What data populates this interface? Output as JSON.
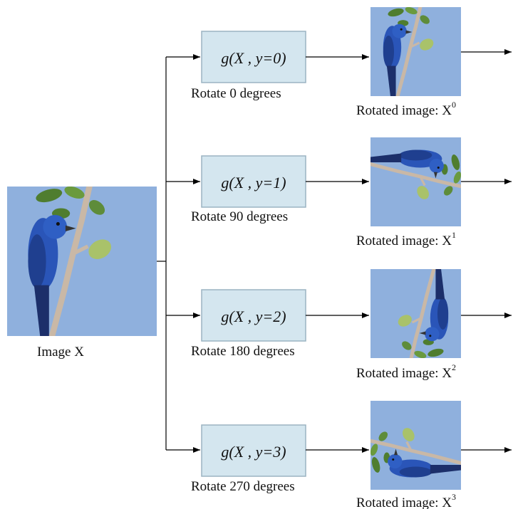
{
  "colors": {
    "sky": "#8fb0dd",
    "box_fill": "#d4e6ef",
    "box_stroke": "#9bb4c2",
    "line": "#000000",
    "bird": "#2a55b8",
    "branch": "#c9b8a6",
    "leaf": "#5e8c3a"
  },
  "input": {
    "image_icon": "bird-on-branch-image",
    "label": "Image  X"
  },
  "rows": [
    {
      "function": "g(X , y=0)",
      "caption": "Rotate 0 degrees",
      "rotation_degrees": 0,
      "output_label": "Rotated image:  X",
      "superscript": "0"
    },
    {
      "function": "g(X , y=1)",
      "caption": "Rotate 90 degrees",
      "rotation_degrees": 90,
      "output_label": "Rotated image:  X",
      "superscript": "1"
    },
    {
      "function": "g(X , y=2)",
      "caption": "Rotate 180 degrees",
      "rotation_degrees": 180,
      "output_label": "Rotated image:  X",
      "superscript": "2"
    },
    {
      "function": "g(X , y=3)",
      "caption": "Rotate 270 degrees",
      "rotation_degrees": 270,
      "output_label": "Rotated image:  X",
      "superscript": "3"
    }
  ]
}
